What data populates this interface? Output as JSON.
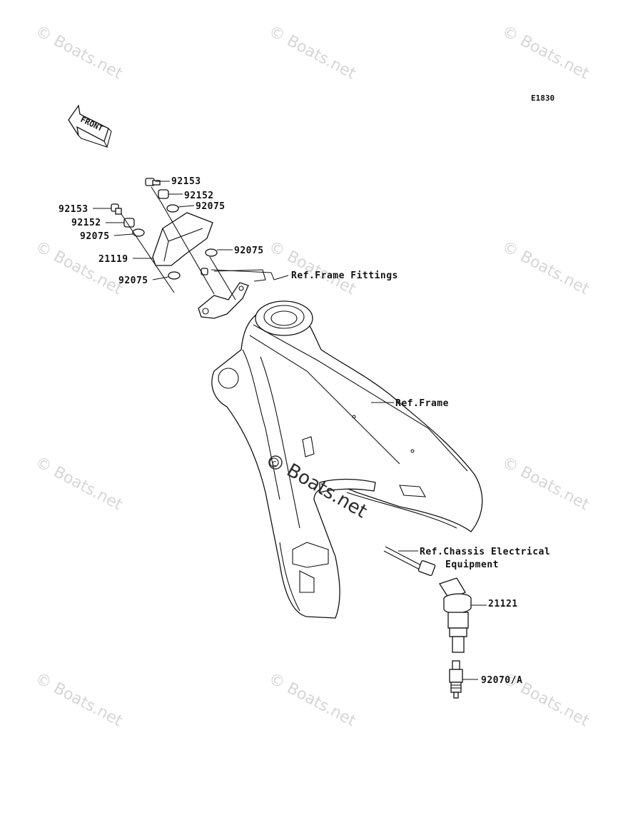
{
  "diagram_code": "E1830",
  "front_label": "FRONT",
  "watermark": "© Boats.net",
  "center_watermark": "Boats.net",
  "callouts": {
    "bolt_top": "92153",
    "collar_top": "92152",
    "grommet_top": "92075",
    "bolt_left": "92153",
    "collar_left": "92152",
    "grommet_left": "92075",
    "bracket": "21119",
    "grommet_right": "92075",
    "grommet_bottom": "92075",
    "frame_fittings": "Ref.Frame Fittings",
    "frame": "Ref.Frame",
    "chassis_line1": "Ref.Chassis Electrical",
    "chassis_line2": "Equipment",
    "ignition_coil": "21121",
    "spark_plug": "92070/A"
  }
}
